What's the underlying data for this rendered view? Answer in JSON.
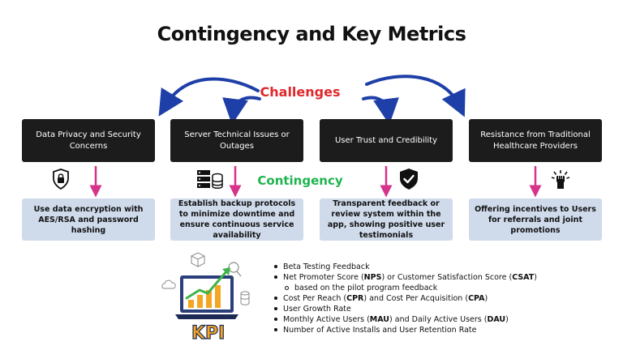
{
  "title": "Contingency and Key Metrics",
  "labels": {
    "challenges": "Challenges",
    "contingency": "Contingency"
  },
  "challenges": [
    "Data Privacy and Security Concerns",
    "Server Technical Issues or Outages",
    "User Trust and Credibility",
    "Resistance from Traditional Healthcare Providers"
  ],
  "solutions": [
    "Use data encryption with AES/RSA and password hashing",
    "Establish backup protocols to minimize downtime and ensure continuous service availability",
    "Transparent feedback or review system within the app, showing positive user testimonials",
    "Offering incentives to Users for referrals and joint promotions"
  ],
  "icons": [
    "lock-shield-icon",
    "server-database-icon",
    "verified-shield-icon",
    "fist-power-icon"
  ],
  "kpi_badge": "KPI",
  "kpis": {
    "item1": "Beta Testing Feedback",
    "item2": {
      "pre": "Net Promoter Score (",
      "b1": "NPS",
      "mid": ") or Customer Satisfaction Score (",
      "b2": "CSAT",
      "post": ")"
    },
    "item2_sub": "based on the pilot program feedback",
    "item3": {
      "pre": "Cost Per Reach (",
      "b1": "CPR",
      "mid": ") and Cost Per Acquisition (",
      "b2": "CPA",
      "post": ")"
    },
    "item4": "User Growth Rate",
    "item5": {
      "pre": "Monthly Active Users (",
      "b1": "MAU",
      "mid": ") and Daily Active Users (",
      "b2": "DAU",
      "post": ")"
    },
    "item6": "Number of Active Installs and User Retention Rate"
  },
  "colors": {
    "challenges_label": "#e0282c",
    "contingency_label": "#1fb34f",
    "arrow_blue": "#1f3fa8",
    "arrow_pink": "#d6338a",
    "challenge_box": "#1c1c1c",
    "solution_box": "#cfdaeb"
  }
}
